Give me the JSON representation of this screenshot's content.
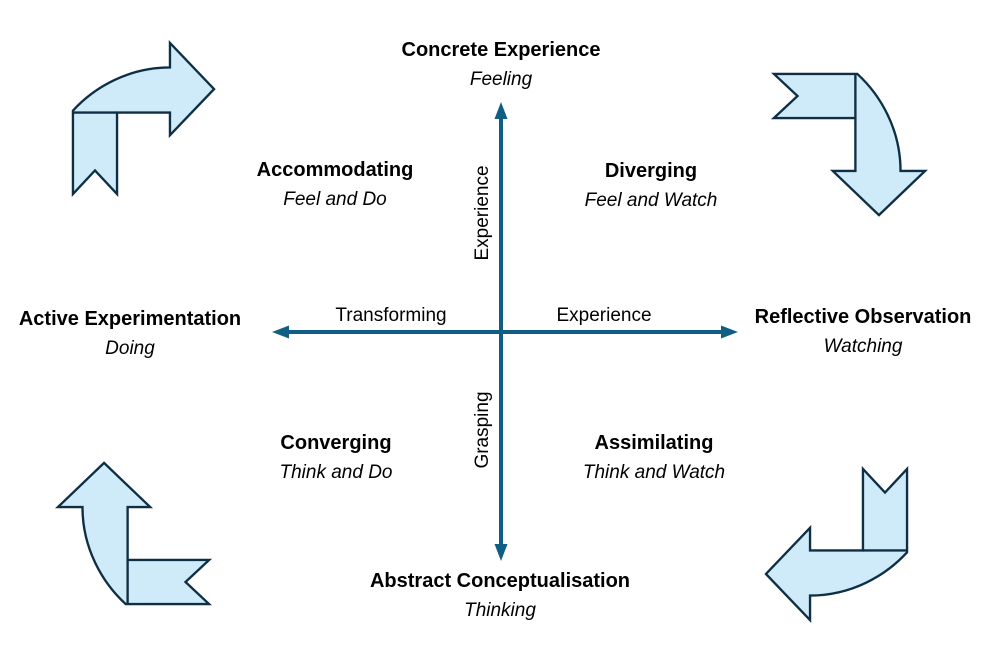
{
  "poles": {
    "top": {
      "title": "Concrete Experience",
      "subtitle": "Feeling"
    },
    "right": {
      "title": "Reflective Observation",
      "subtitle": "Watching"
    },
    "bottom": {
      "title": "Abstract Conceptualisation",
      "subtitle": "Thinking"
    },
    "left": {
      "title": "Active Experimentation",
      "subtitle": "Doing"
    }
  },
  "quadrants": {
    "top_left": {
      "title": "Accommodating",
      "subtitle": "Feel and Do"
    },
    "top_right": {
      "title": "Diverging",
      "subtitle": "Feel and Watch"
    },
    "bottom_left": {
      "title": "Converging",
      "subtitle": "Think and Do"
    },
    "bottom_right": {
      "title": "Assimilating",
      "subtitle": "Think and Watch"
    }
  },
  "axes": {
    "vertical_top_label": "Experience",
    "vertical_bottom_label": "Grasping",
    "horizontal_left_label": "Transforming",
    "horizontal_right_label": "Experience"
  },
  "icons": {
    "top_left": "bent-arrow-pointing-right",
    "top_right": "bent-arrow-pointing-down",
    "bottom_right": "bent-arrow-pointing-left",
    "bottom_left": "bent-arrow-pointing-up"
  },
  "colors": {
    "axis_color": "#115e85",
    "arrow_fill": "#cfeaf8",
    "arrow_stroke": "#0e2f44",
    "text_color": "#000000"
  }
}
